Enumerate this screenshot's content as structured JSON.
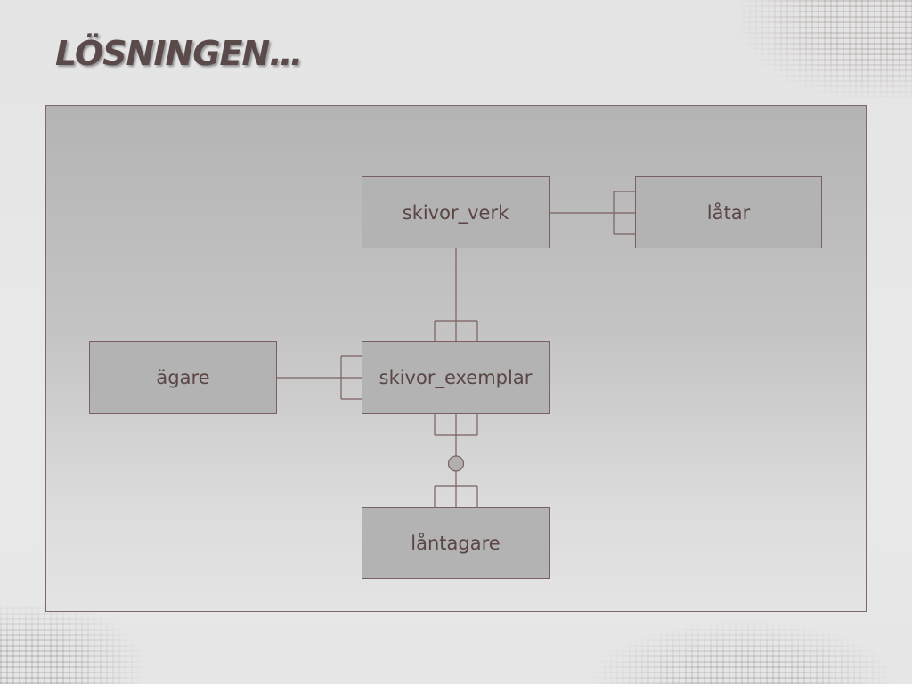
{
  "slide": {
    "title": "LÖSNINGEN…"
  },
  "diagram": {
    "entities": {
      "skivor_verk": "skivor_verk",
      "latar": "låtar",
      "agare": "ägare",
      "skivor_exemplar": "skivor_exemplar",
      "lantagare": "låntagare"
    },
    "colors": {
      "line": "#7a6060",
      "entity_fill": "#b3b3b3",
      "text": "#5b4545"
    }
  }
}
